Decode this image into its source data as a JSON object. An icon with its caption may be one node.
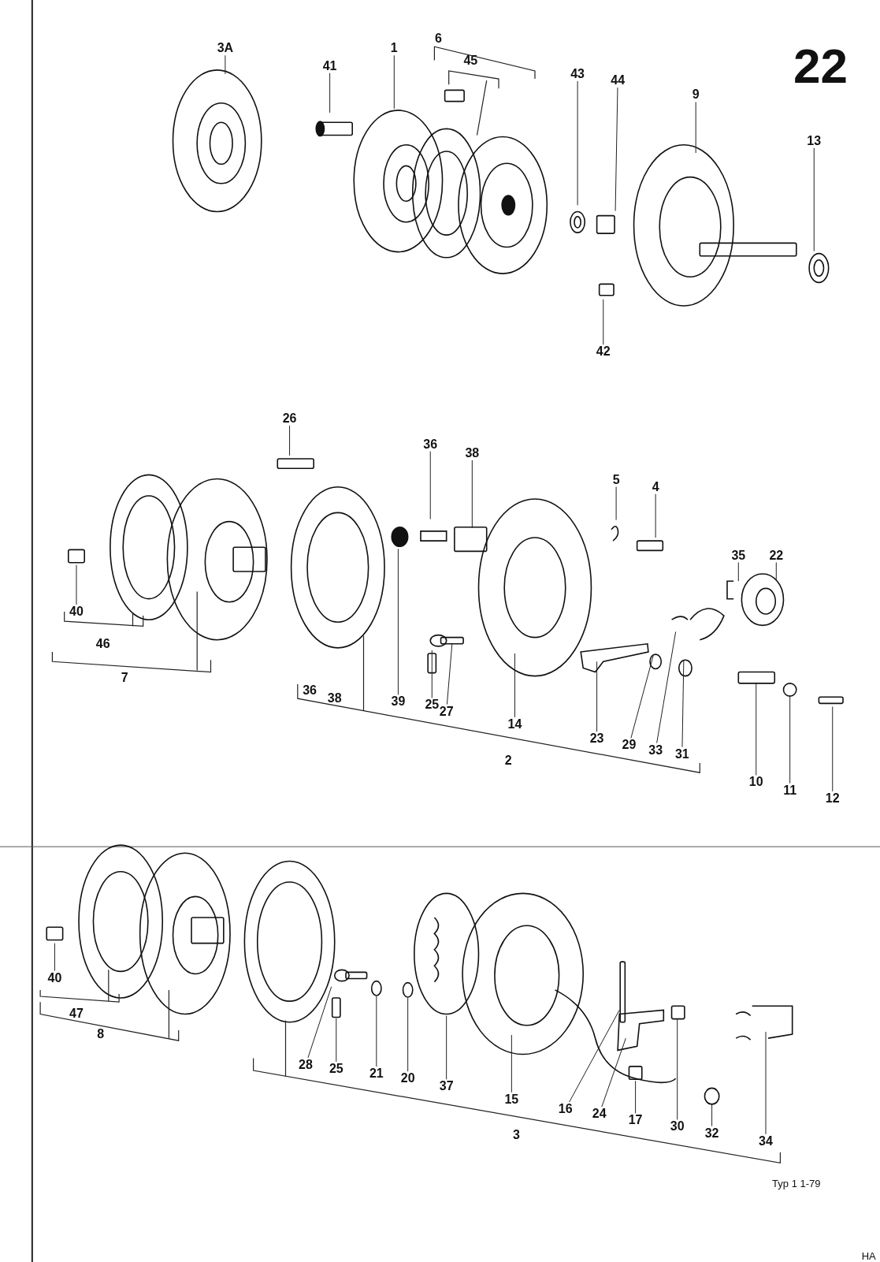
{
  "diagram": {
    "nodes": [
      {
        "text": [
          "3A"
        ]
      },
      {
        "text": [
          "41"
        ]
      },
      {
        "text": [
          "1"
        ]
      },
      {
        "text": [
          "43"
        ]
      },
      {
        "text": [
          "44"
        ]
      },
      {
        "text": [
          "9"
        ]
      },
      {
        "text": [
          "13"
        ]
      },
      {
        "text": [
          "42"
        ]
      },
      {
        "text": [
          "26"
        ]
      },
      {
        "text": [
          "36"
        ]
      },
      {
        "text": [
          "38"
        ]
      },
      {
        "text": [
          "5"
        ]
      },
      {
        "text": [
          "4"
        ]
      },
      {
        "text": [
          "35"
        ]
      },
      {
        "text": [
          "22"
        ]
      },
      {
        "text": [
          "40"
        ]
      },
      {
        "text": [
          "39"
        ]
      },
      {
        "text": [
          "25"
        ]
      },
      {
        "text": [
          "27"
        ]
      },
      {
        "text": [
          "14"
        ]
      },
      {
        "text": [
          "23"
        ]
      },
      {
        "text": [
          "29"
        ]
      },
      {
        "text": [
          "33"
        ]
      },
      {
        "text": [
          "31"
        ]
      },
      {
        "text": [
          "10"
        ]
      },
      {
        "text": [
          "11"
        ]
      },
      {
        "text": [
          "12"
        ]
      },
      {
        "text": [
          "40"
        ]
      },
      {
        "text": [
          "28"
        ]
      },
      {
        "text": [
          "25"
        ]
      },
      {
        "text": [
          "21"
        ]
      },
      {
        "text": [
          "20"
        ]
      },
      {
        "text": [
          "37"
        ]
      },
      {
        "text": [
          "15"
        ]
      },
      {
        "text": [
          "16"
        ]
      },
      {
        "text": [
          "24"
        ]
      },
      {
        "text": [
          "17"
        ]
      },
      {
        "text": [
          "30"
        ]
      },
      {
        "text": [
          "32"
        ]
      },
      {
        "text": [
          "34"
        ]
      }
    ],
    "edges": [
      {
        "from": 0,
        "to": null,
        "arrow": "none"
      },
      {
        "from": 1,
        "to": null,
        "arrow": "none"
      },
      {
        "from": 2,
        "to": null,
        "arrow": "none"
      },
      {
        "from": 3,
        "to": null,
        "arrow": "none"
      },
      {
        "from": 4,
        "to": null,
        "arrow": "none"
      },
      {
        "from": 5,
        "to": null,
        "arrow": "none"
      },
      {
        "from": 6,
        "to": null,
        "arrow": "none"
      },
      {
        "from": 7,
        "to": null,
        "arrow": "none"
      },
      {
        "from": 8,
        "to": null,
        "arrow": "none"
      },
      {
        "from": 9,
        "to": null,
        "arrow": "none"
      },
      {
        "from": 10,
        "to": null,
        "arrow": "none"
      },
      {
        "from": 11,
        "to": null,
        "arrow": "none"
      },
      {
        "from": 12,
        "to": null,
        "arrow": "none"
      },
      {
        "from": 13,
        "to": null,
        "arrow": "none"
      },
      {
        "from": 14,
        "to": null,
        "arrow": "none"
      },
      {
        "from": 15,
        "to": null,
        "arrow": "none"
      },
      {
        "from": 16,
        "to": null,
        "arrow": "none"
      },
      {
        "from": 17,
        "to": null,
        "arrow": "none"
      },
      {
        "from": 18,
        "to": null,
        "arrow": "none"
      },
      {
        "from": 19,
        "to": null,
        "arrow": "none"
      },
      {
        "from": 20,
        "to": null,
        "arrow": "none"
      },
      {
        "from": 21,
        "to": null,
        "arrow": "none"
      },
      {
        "from": 22,
        "to": null,
        "arrow": "none"
      },
      {
        "from": 23,
        "to": null,
        "arrow": "none"
      },
      {
        "from": 24,
        "to": null,
        "arrow": "none"
      },
      {
        "from": 25,
        "to": null,
        "arrow": "none"
      },
      {
        "from": 26,
        "to": null,
        "arrow": "none"
      },
      {
        "from": 27,
        "to": null,
        "arrow": "none"
      },
      {
        "from": 28,
        "to": null,
        "arrow": "none"
      },
      {
        "from": 29,
        "to": null,
        "arrow": "none"
      },
      {
        "from": 30,
        "to": null,
        "arrow": "none"
      },
      {
        "from": 31,
        "to": null,
        "arrow": "none"
      },
      {
        "from": 32,
        "to": null,
        "arrow": "none"
      },
      {
        "from": 33,
        "to": null,
        "arrow": "none"
      },
      {
        "from": 34,
        "to": null,
        "arrow": "none"
      },
      {
        "from": 35,
        "to": null,
        "arrow": "none"
      },
      {
        "from": 36,
        "to": null,
        "arrow": "none"
      },
      {
        "from": 37,
        "to": null,
        "arrow": "none"
      },
      {
        "from": 38,
        "to": null,
        "arrow": "none"
      },
      {
        "from": 39,
        "to": null,
        "arrow": "none"
      }
    ],
    "labels": [
      "22",
      "6",
      "45",
      "46",
      "7",
      "36",
      "38",
      "2",
      "47",
      "8",
      "3",
      "Typ 1  1-79",
      "HA"
    ]
  }
}
